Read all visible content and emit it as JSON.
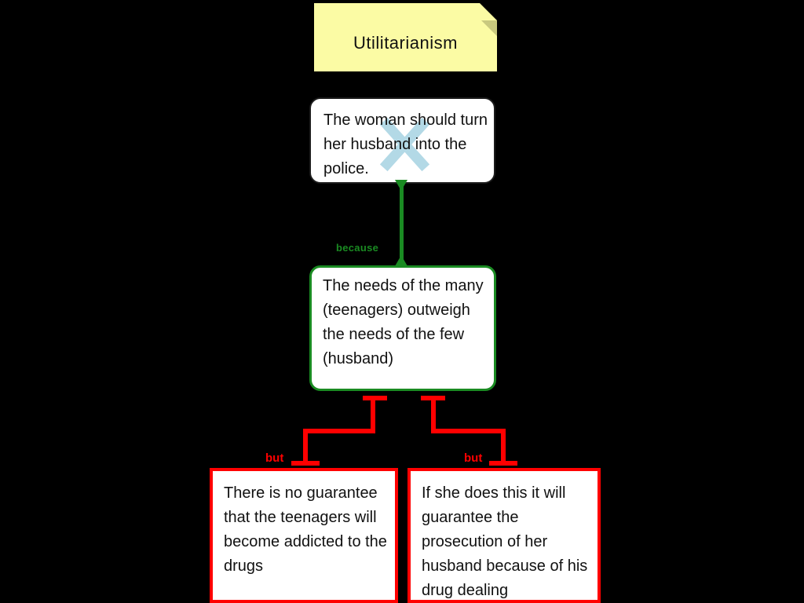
{
  "diagram": {
    "background_color": "#000000",
    "title_note": {
      "text": "Utilitarianism",
      "fill_color": "#fbfba4",
      "fold_color": "#c9c97f"
    },
    "nodes": [
      {
        "id": "claim",
        "role": "contention",
        "text": "The woman should turn her husband into the police.",
        "border_color": "#1c1c1c",
        "fill_color": "#ffffff",
        "marked_rejected": true,
        "reject_mark": "x-strike-overlay",
        "reject_mark_color": "#b3d9e6"
      },
      {
        "id": "reason",
        "role": "supporting-reason",
        "text": "The needs of the many (teenagers) outweigh the needs of the few (husband)",
        "border_color": "#1a8b22",
        "fill_color": "#ffffff",
        "marked_rejected": false
      },
      {
        "id": "objection-left",
        "role": "objection",
        "text": "There is no guarantee that the teenagers will become addicted to the drugs",
        "border_color": "#ff0000",
        "fill_color": "#ffffff",
        "marked_rejected": false
      },
      {
        "id": "objection-right",
        "role": "objection",
        "text": "If she does this it will guarantee the prosecution of her husband because of his drug dealing",
        "border_color": "#ff0000",
        "fill_color": "#ffffff",
        "marked_rejected": false
      }
    ],
    "connectors": [
      {
        "id": "connector-because",
        "label": "because",
        "from": "reason",
        "to": "claim",
        "color": "#1a8b22",
        "style": "flared-stem"
      },
      {
        "id": "connector-but-left",
        "label": "but",
        "from": "objection-left",
        "to": "reason",
        "color": "#ff0000",
        "style": "elbow-with-bar-caps"
      },
      {
        "id": "connector-but-right",
        "label": "but",
        "from": "objection-right",
        "to": "reason",
        "color": "#ff0000",
        "style": "elbow-with-bar-caps"
      }
    ]
  }
}
